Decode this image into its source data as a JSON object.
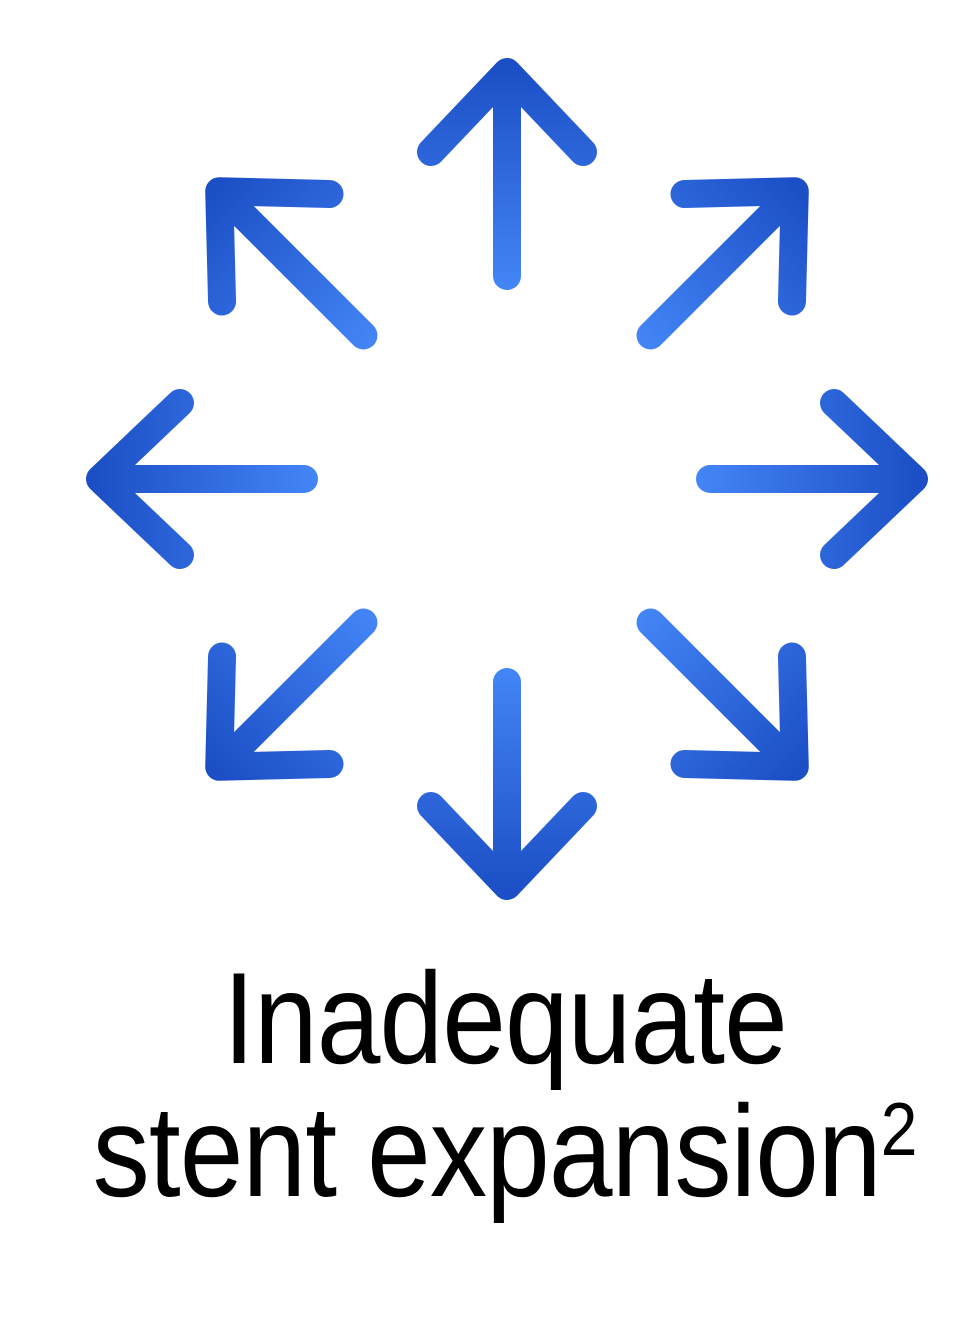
{
  "background": "#FFFFFF",
  "icon": {
    "name": "expansion-arrows",
    "description": "Eight arrows radiating outward from a common center, one every 45 degrees",
    "directions": [
      "up",
      "up-right",
      "right",
      "down-right",
      "down",
      "down-left",
      "left",
      "up-left"
    ],
    "gradient": {
      "inner_light": "#4486F7",
      "tip_dark": "#1C4FC6"
    }
  },
  "caption": {
    "line1": "Inadequate",
    "line2": "stent expansion",
    "superscript": "2",
    "color": "#000000"
  }
}
